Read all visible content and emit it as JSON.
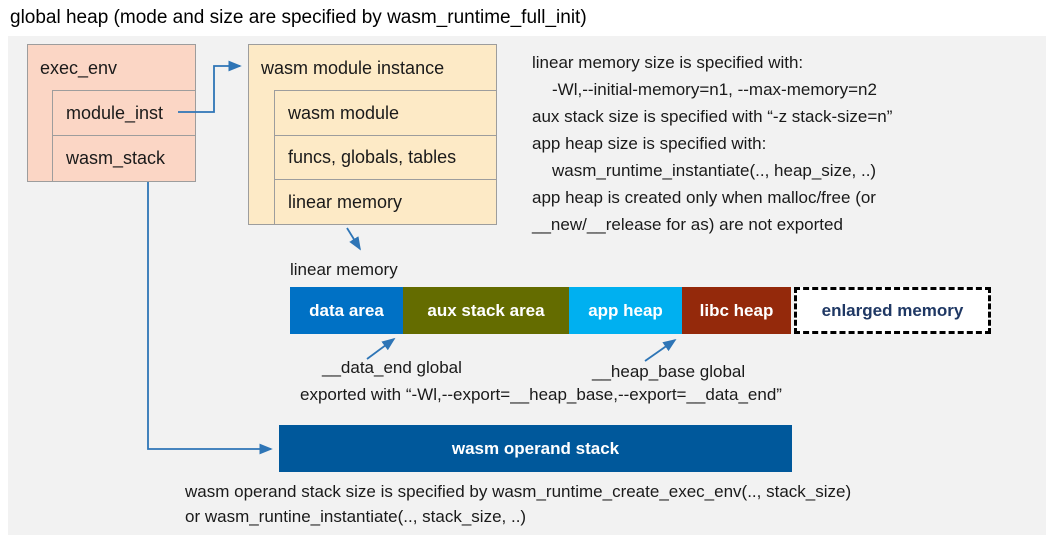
{
  "title": "global heap (mode and size are specified by wasm_runtime_full_init)",
  "exec_env_box": {
    "title": "exec_env",
    "rows": [
      {
        "label": "module_inst"
      },
      {
        "label": "wasm_stack"
      }
    ]
  },
  "module_instance_box": {
    "title": "wasm module instance",
    "rows": [
      {
        "label": "wasm module"
      },
      {
        "label": "funcs, globals, tables"
      },
      {
        "label": "linear memory"
      }
    ]
  },
  "notes": {
    "lines": [
      "linear memory size is specified with:",
      "-Wl,--initial-memory=n1, --max-memory=n2",
      "aux stack size is specified with “-z stack-size=n”",
      "app heap size is specified with:",
      "wasm_runtime_instantiate(.., heap_size, ..)",
      "app heap is created only when malloc/free (or",
      "__new/__release for as) are not exported"
    ]
  },
  "linear_memory_bar": {
    "caption": "linear memory",
    "segments": [
      {
        "label": "data area",
        "color": "#0071c5"
      },
      {
        "label": "aux stack area",
        "color": "#646c00"
      },
      {
        "label": "app heap",
        "color": "#00b0f0"
      },
      {
        "label": "libc heap",
        "color": "#94290b"
      },
      {
        "label": "enlarged memory",
        "color": "#ffffff"
      }
    ]
  },
  "globals_annotation": {
    "data_end_label": "__data_end global",
    "heap_base_label": "__heap_base global",
    "export_note": "exported with “-Wl,--export=__heap_base,--export=__data_end”"
  },
  "operand_stack": {
    "label": "wasm operand stack",
    "color": "#00589b",
    "notes": [
      "wasm operand stack size is specified by wasm_runtime_create_exec_env(.., stack_size)",
      "or wasm_runtine_instantiate(.., stack_size, ..)"
    ]
  },
  "colors": {
    "panel_bg": "#f2f2f2",
    "exec_box_fill": "#fbd6c5",
    "module_box_fill": "#fdeac6",
    "box_border": "#9d9d9d",
    "arrow": "#2e75b6",
    "enlarged_text": "#1f3864"
  }
}
